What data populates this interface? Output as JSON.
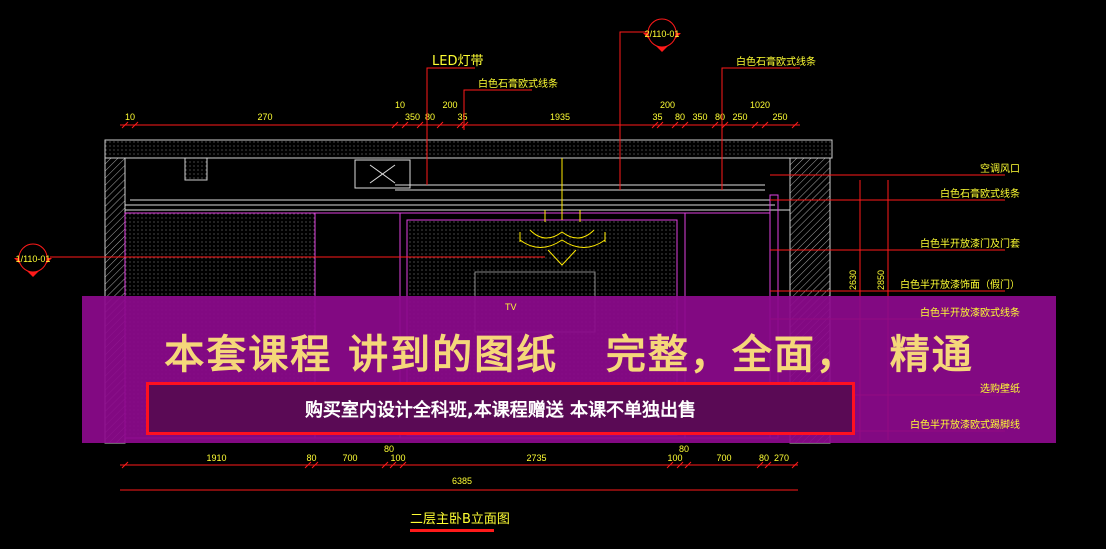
{
  "drawing": {
    "title": "二层主卧B立面图",
    "callouts": {
      "top": "2/110-01",
      "left": "1/110-01"
    },
    "top_labels": {
      "led": "LED灯带",
      "molding_left": "白色石膏欧式线条",
      "molding_right": "白色石膏欧式线条"
    },
    "right_labels": [
      "空调风口",
      "白色石膏欧式线条",
      "白色半开放漆门及门套",
      "白色半开放漆饰面（假门）",
      "白色半开放漆欧式线条",
      "选购壁纸",
      "白色半开放漆欧式踢脚线"
    ],
    "tv_label": "TV",
    "top_dims": [
      "10",
      "270",
      "10",
      "350",
      "80",
      "200",
      "35",
      "1935",
      "35",
      "200",
      "80",
      "350",
      "80",
      "250",
      "1020",
      "250"
    ],
    "bottom_dims": [
      "1910",
      "80",
      "700",
      "80",
      "100",
      "2735",
      "100",
      "80",
      "700",
      "80",
      "270"
    ],
    "total_dim": "6385",
    "side_dims": [
      "2630",
      "2850"
    ]
  },
  "banner": {
    "headline": "本套课程 讲到的图纸   完整，全面，  精通",
    "subtext": "购买室内设计全科班,本课程赠送 本课不单独出售"
  },
  "colors": {
    "line": "#ff1a1a",
    "text": "#ffff33",
    "banner": "#8c0a8c",
    "headline": "#f5d77a"
  }
}
